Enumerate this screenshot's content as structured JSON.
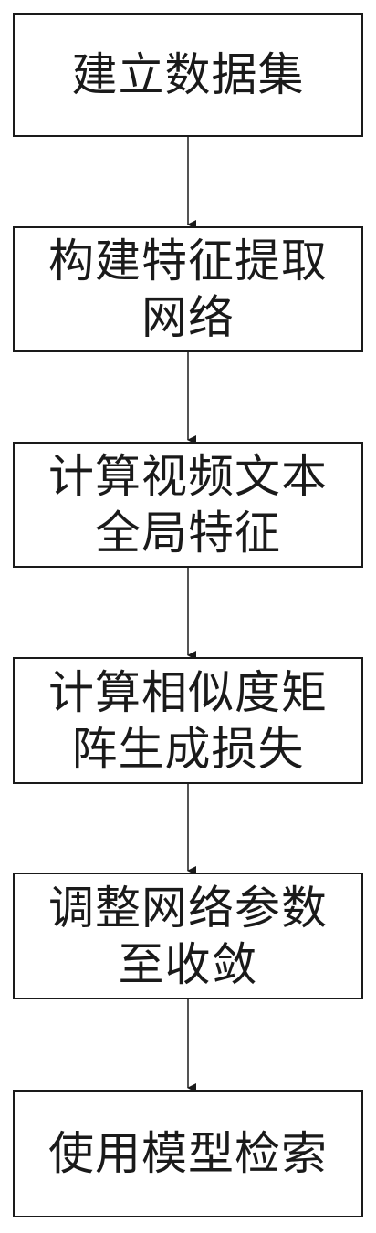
{
  "steps": [
    {
      "lines": [
        "建立数据集"
      ]
    },
    {
      "lines": [
        "构建特征提取",
        "网络"
      ]
    },
    {
      "lines": [
        "计算视频文本",
        "全局特征"
      ]
    },
    {
      "lines": [
        "计算相似度矩",
        "阵生成损失"
      ]
    },
    {
      "lines": [
        "调整网络参数",
        "至收敛"
      ]
    },
    {
      "lines": [
        "使用模型检索"
      ]
    }
  ],
  "colors": {
    "stroke": "#1a1a1a",
    "background": "#ffffff"
  }
}
